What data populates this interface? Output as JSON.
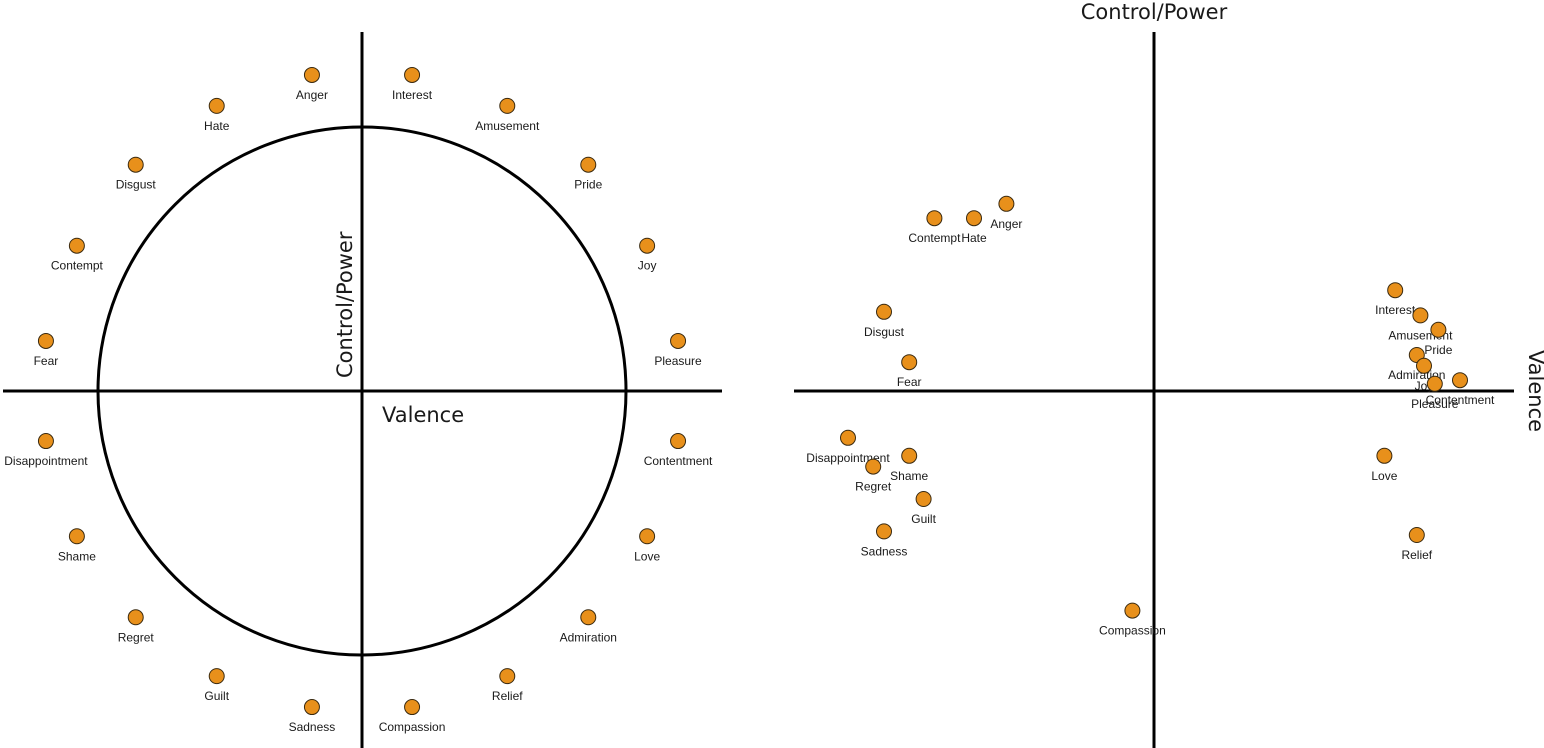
{
  "left_diagram": {
    "x_axis_title": "Valence",
    "y_axis_title": "Control/Power",
    "emotions": [
      "Interest",
      "Amusement",
      "Pride",
      "Joy",
      "Pleasure",
      "Contentment",
      "Love",
      "Admiration",
      "Relief",
      "Compassion",
      "Sadness",
      "Guilt",
      "Regret",
      "Shame",
      "Disappointment",
      "Fear",
      "Contempt",
      "Disgust",
      "Hate",
      "Anger"
    ]
  },
  "right_diagram": {
    "chart_data": {
      "type": "scatter",
      "xlabel": "Valence",
      "ylabel": "Control/Power",
      "xlim": [
        -1,
        1
      ],
      "ylim": [
        -1,
        1
      ],
      "points": [
        {
          "label": "Anger",
          "x": -0.41,
          "y": 0.52
        },
        {
          "label": "Contempt",
          "x": -0.61,
          "y": 0.48
        },
        {
          "label": "Hate",
          "x": -0.5,
          "y": 0.48
        },
        {
          "label": "Disgust",
          "x": -0.75,
          "y": 0.22
        },
        {
          "label": "Fear",
          "x": -0.68,
          "y": 0.08
        },
        {
          "label": "Disappointment",
          "x": -0.85,
          "y": -0.13
        },
        {
          "label": "Regret",
          "x": -0.78,
          "y": -0.21
        },
        {
          "label": "Shame",
          "x": -0.68,
          "y": -0.18
        },
        {
          "label": "Guilt",
          "x": -0.64,
          "y": -0.3
        },
        {
          "label": "Sadness",
          "x": -0.75,
          "y": -0.39
        },
        {
          "label": "Compassion",
          "x": -0.06,
          "y": -0.61
        },
        {
          "label": "Interest",
          "x": 0.67,
          "y": 0.28
        },
        {
          "label": "Amusement",
          "x": 0.74,
          "y": 0.21
        },
        {
          "label": "Pride",
          "x": 0.79,
          "y": 0.17
        },
        {
          "label": "Admiration",
          "x": 0.73,
          "y": 0.1
        },
        {
          "label": "Joy",
          "x": 0.75,
          "y": 0.07
        },
        {
          "label": "Pleasure",
          "x": 0.78,
          "y": 0.02
        },
        {
          "label": "Contentment",
          "x": 0.85,
          "y": 0.03
        },
        {
          "label": "Love",
          "x": 0.64,
          "y": -0.18
        },
        {
          "label": "Relief",
          "x": 0.73,
          "y": -0.4
        }
      ]
    }
  }
}
